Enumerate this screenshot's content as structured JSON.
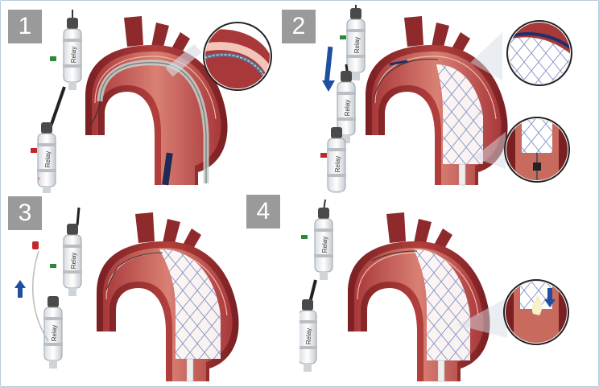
{
  "steps": [
    {
      "number": "1"
    },
    {
      "number": "2"
    },
    {
      "number": "3"
    },
    {
      "number": "4"
    }
  ],
  "device_label": "Relay",
  "colors": {
    "badge": "#9a9a9a",
    "frame_border": "#b7cbe0",
    "aorta_dark": "#7a1f22",
    "aorta_mid": "#a8383a",
    "aorta_light": "#c96a5e",
    "arrow_blue": "#1f4fa0",
    "marker_green": "#2a8a3a",
    "marker_red": "#c0282d",
    "stent_line": "#8b9bc8"
  },
  "icons": [
    "arrow-down-icon",
    "arrow-up-icon"
  ]
}
